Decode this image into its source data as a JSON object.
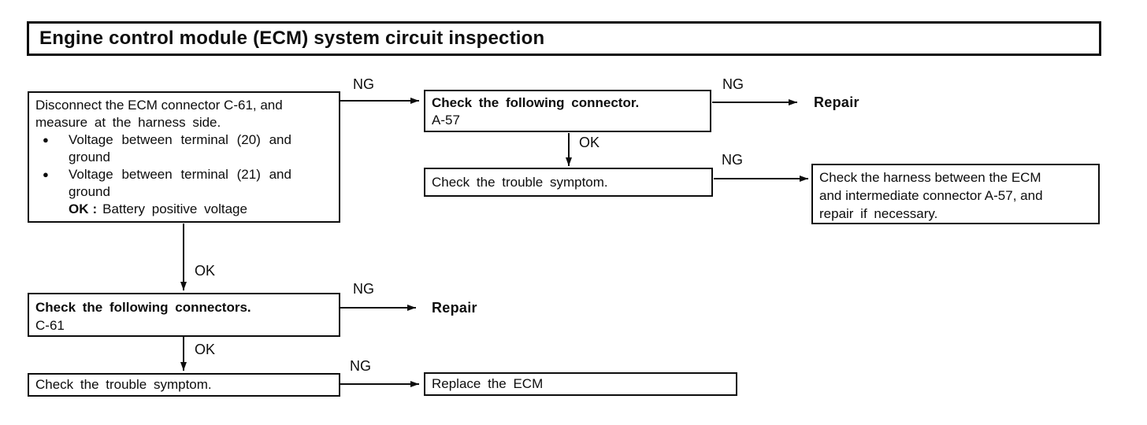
{
  "title": "Engine control module (ECM) system circuit inspection",
  "colors": {
    "ink": "#0d0d0d",
    "paper": "#ffffff"
  },
  "labels": {
    "ng": "NG",
    "ok": "OK"
  },
  "nodes": {
    "disconnect": {
      "intro_lines": [
        "Disconnect the ECM connector C-61, and",
        "measure at the harness side."
      ],
      "bullet_char": "●",
      "bullets": [
        {
          "lines": [
            "Voltage between terminal (20) and",
            "ground"
          ]
        },
        {
          "lines": [
            "Voltage between terminal (21) and",
            "ground"
          ]
        }
      ],
      "ok_prefix": "OK",
      "ok_colon": ":",
      "ok_text": "Battery positive voltage"
    },
    "check_connector": {
      "title": "Check the following connector.",
      "detail": "A-57"
    },
    "repair_top": {
      "label": "Repair"
    },
    "check_trouble_mid": {
      "label": "Check the trouble symptom."
    },
    "check_harness": {
      "lines": [
        "Check the harness between the ECM",
        "and intermediate connector A-57, and",
        "repair if necessary."
      ]
    },
    "check_connectors": {
      "title": "Check the following connectors.",
      "detail": "C-61"
    },
    "repair_left": {
      "label": "Repair"
    },
    "check_trouble_bottom": {
      "label": "Check the trouble symptom."
    },
    "replace_ecm": {
      "label": "Replace the ECM"
    }
  }
}
